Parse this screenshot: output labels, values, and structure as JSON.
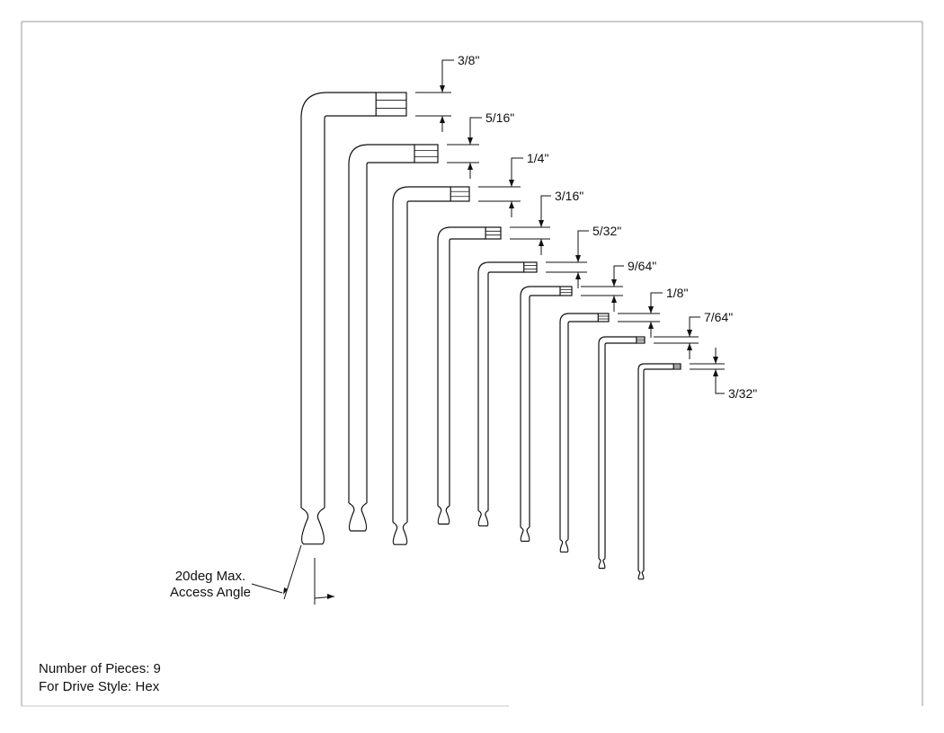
{
  "drawing": {
    "notes": {
      "pieces": "Number of Pieces: 9",
      "drive": "For Drive Style: Hex"
    },
    "access_angle": {
      "line1": "20deg Max.",
      "line2": "Access Angle"
    },
    "keys": [
      {
        "size": "3/8\""
      },
      {
        "size": "5/16\""
      },
      {
        "size": "1/4\""
      },
      {
        "size": "3/16\""
      },
      {
        "size": "5/32\""
      },
      {
        "size": "9/64\""
      },
      {
        "size": "1/8\""
      },
      {
        "size": "7/64\""
      },
      {
        "size": "3/32\""
      }
    ]
  }
}
